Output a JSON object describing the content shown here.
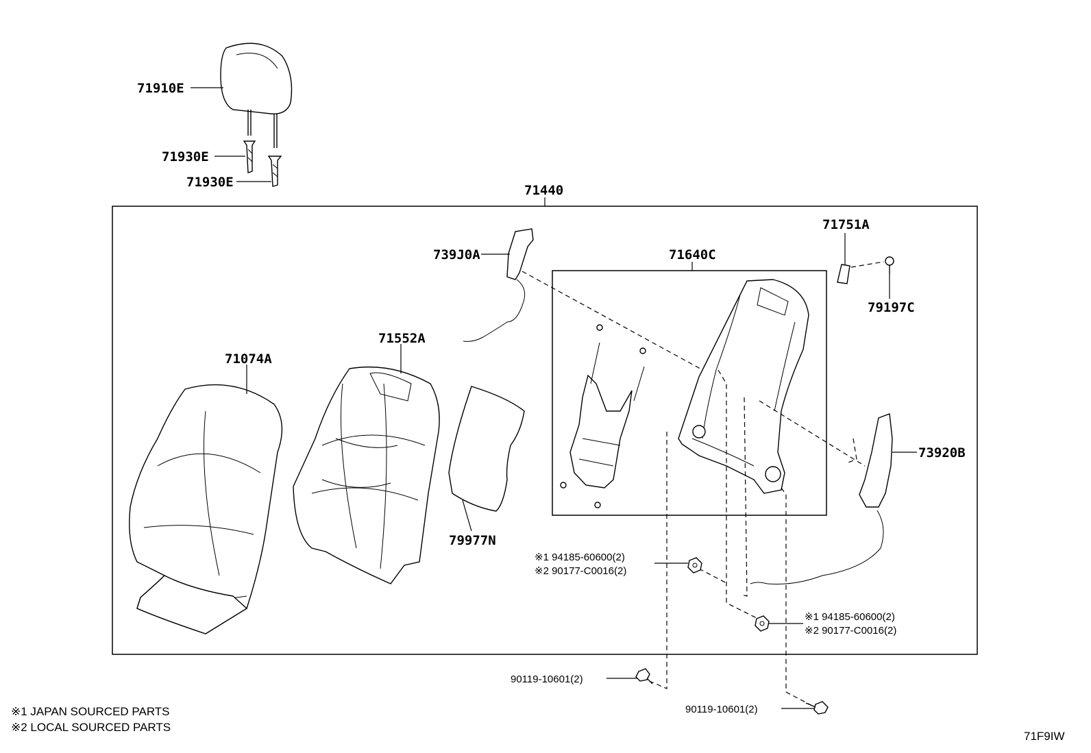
{
  "labels": {
    "p71910E": "71910E",
    "p71930E_a": "71930E",
    "p71930E_b": "71930E",
    "p71440": "71440",
    "p739J0A": "739J0A",
    "p71751A": "71751A",
    "p79197C": "79197C",
    "p71640C": "71640C",
    "p71552A": "71552A",
    "p71074A": "71074A",
    "p79977N": "79977N",
    "p73920B": "73920B",
    "left_nut_line1": "※1 94185-60600(2)",
    "left_nut_line2": "※2 90177-C0016(2)",
    "right_nut_line1": "※1 94185-60600(2)",
    "right_nut_line2": "※2 90177-C0016(2)",
    "bolt_left": "90119-10601(2)",
    "bolt_right": "90119-10601(2)"
  },
  "notes": {
    "note1": "※1 JAPAN SOURCED PARTS",
    "note2": "※2 LOCAL SOURCED PARTS"
  },
  "diagram_code": "71F9IW"
}
